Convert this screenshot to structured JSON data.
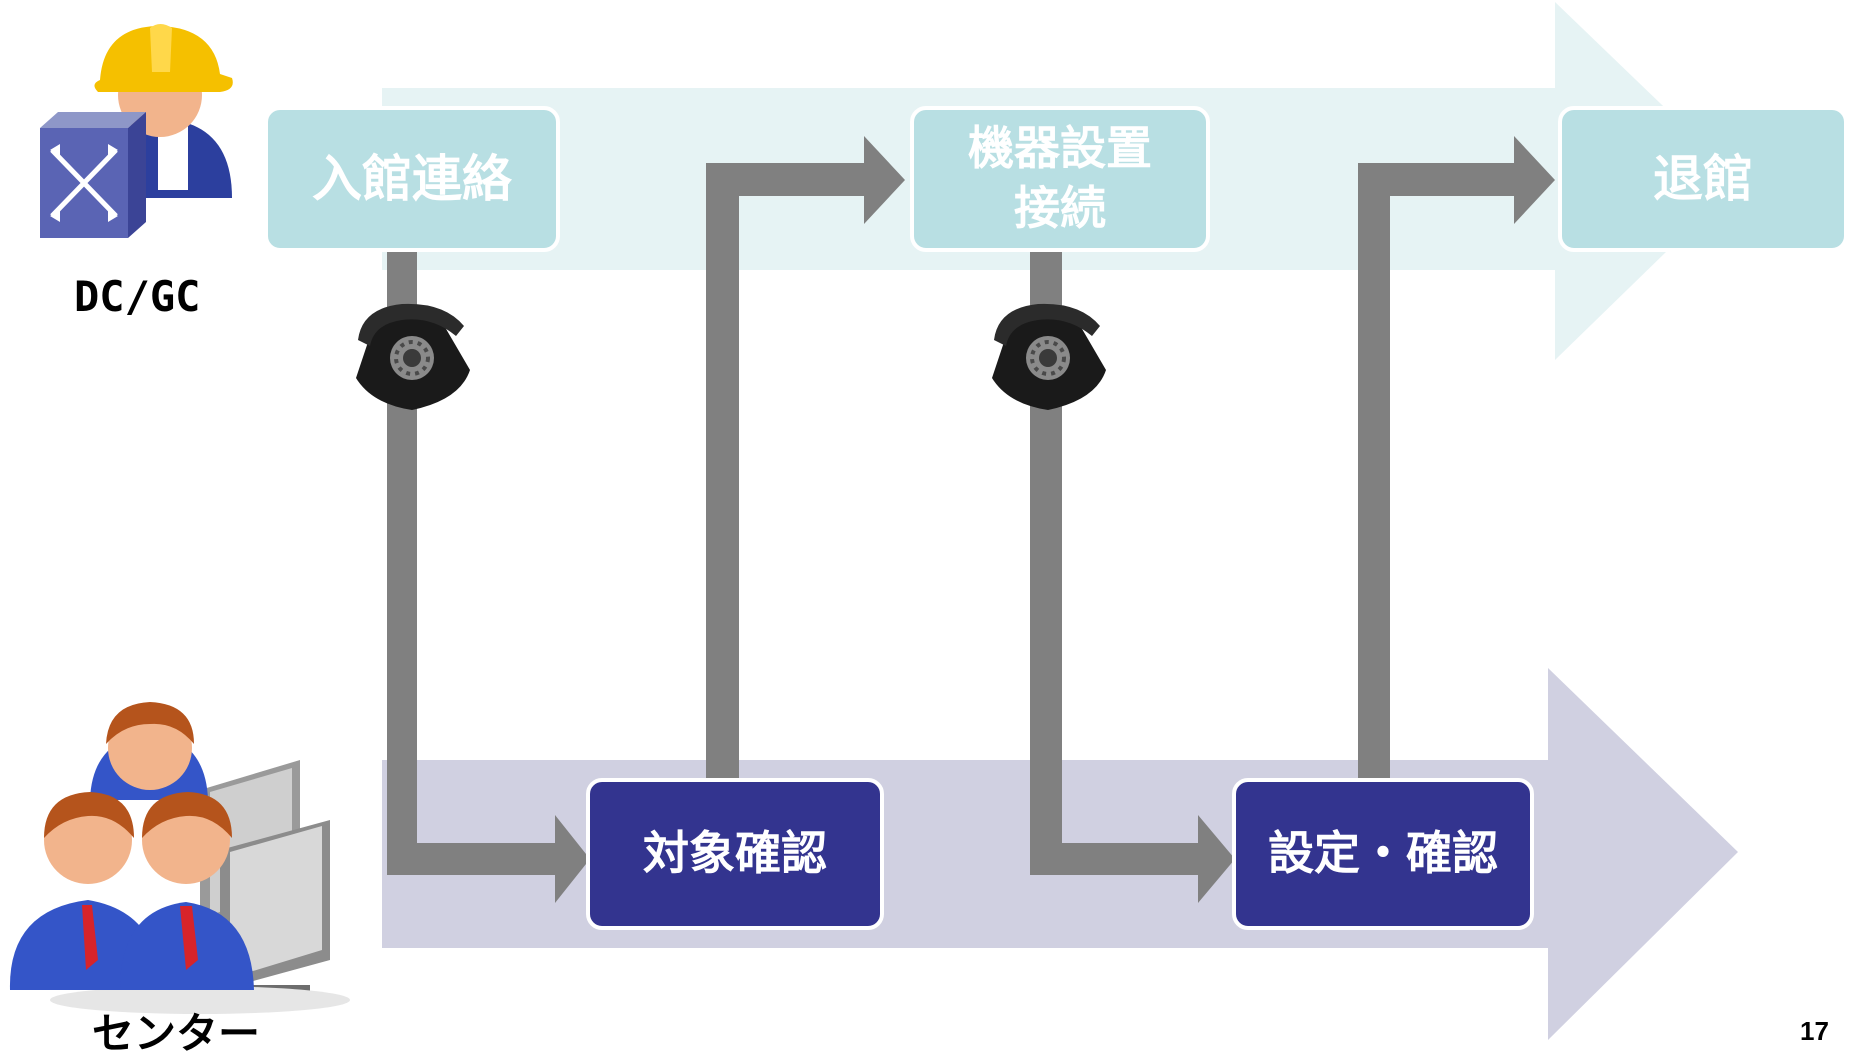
{
  "actors": {
    "top_label": "DC/GC",
    "bottom_label": "センター",
    "top_icons": [
      "worker-helmet-icon",
      "network-switch-icon"
    ],
    "bottom_icons": [
      "operators-group-icon",
      "monitor-icon"
    ]
  },
  "lanes": {
    "top_color": "#e6f3f4",
    "bottom_color": "#d0d0e1"
  },
  "steps": {
    "entry_contact": "入館連絡",
    "install_line1": "機器設置",
    "install_line2": "接続",
    "exit": "退館",
    "target_check": "対象確認",
    "config_check": "設定・確認"
  },
  "connectors": {
    "color": "#808080",
    "icons": [
      "telephone-icon",
      "telephone-icon"
    ]
  },
  "page_number": "17"
}
